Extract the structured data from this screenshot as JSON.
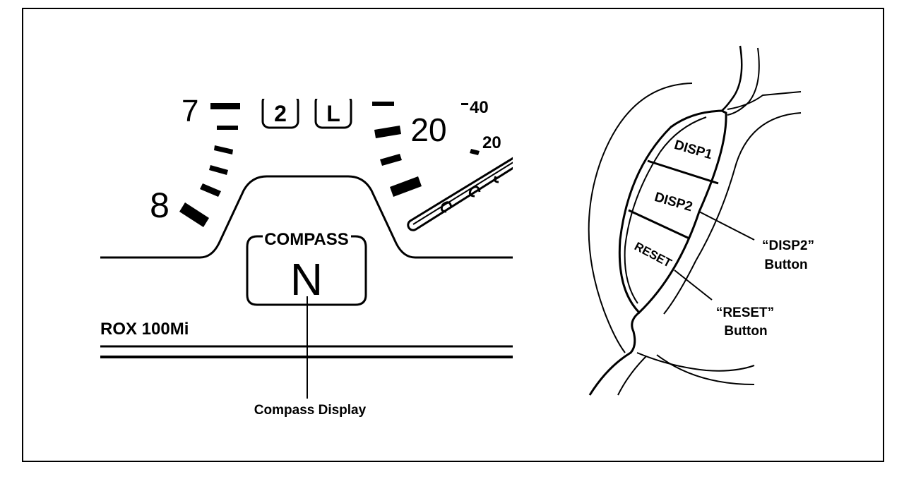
{
  "gauge": {
    "number_7": "7",
    "number_8": "8",
    "number_20": "20",
    "small_40": "40",
    "small_20": "20",
    "gear_2": "2",
    "gear_l": "L"
  },
  "compass": {
    "label": "COMPASS",
    "heading": "N"
  },
  "range_text": "ROX 100Mi",
  "callouts": {
    "compass_display": "Compass Display",
    "disp2_line1": "“DISP2”",
    "disp2_line2": "Button",
    "reset_line1": "“RESET”",
    "reset_line2": "Button"
  },
  "buttons": {
    "disp1": "DISP1",
    "disp2": "DISP2",
    "reset": "RESET"
  }
}
